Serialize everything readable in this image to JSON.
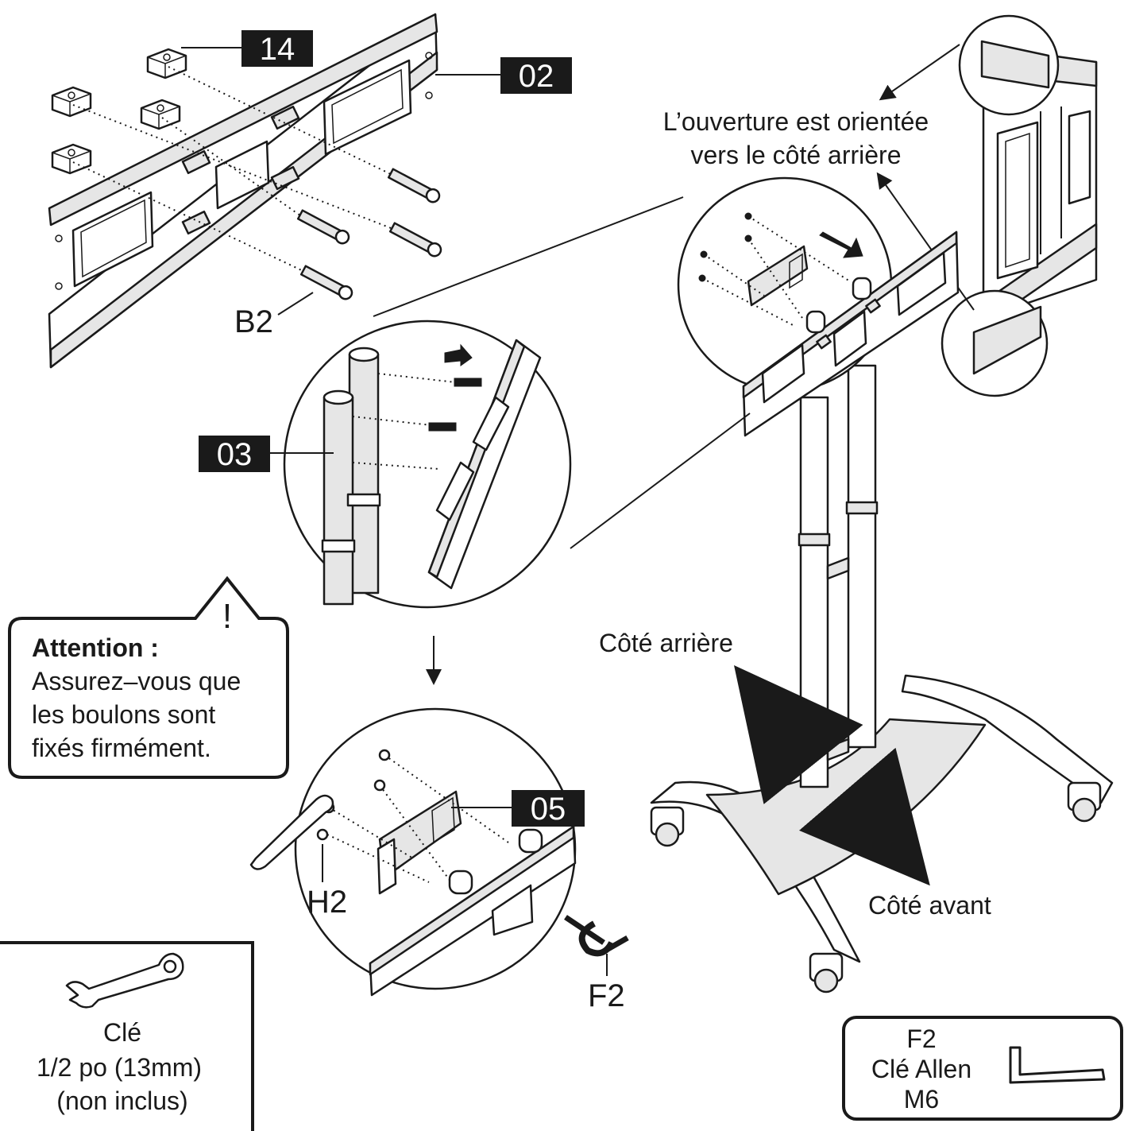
{
  "labels": {
    "part_14": "14",
    "part_02": "02",
    "part_b2": "B2",
    "part_03": "03",
    "part_05": "05",
    "part_h2": "H2",
    "part_f2": "F2"
  },
  "orientation_note": {
    "line1": "L’ouverture est orientée",
    "line2": "vers le côté arrière"
  },
  "directions": {
    "rear": "Côté arrière",
    "front": "Côté avant"
  },
  "warning": {
    "title": "Attention :",
    "line1": "Assurez–vous que",
    "line2": "les boulons sont",
    "line3": "fixés firmément."
  },
  "wrench_box": {
    "line1": "Clé",
    "line2": "1/2 po (13mm)",
    "line3": "(non inclus)"
  },
  "allen_box": {
    "line1": "F2",
    "line2": "Clé Allen",
    "line3": "M6"
  },
  "colors": {
    "ink": "#1a1a1a",
    "paper": "#ffffff",
    "metal": "#e6e6e6"
  }
}
